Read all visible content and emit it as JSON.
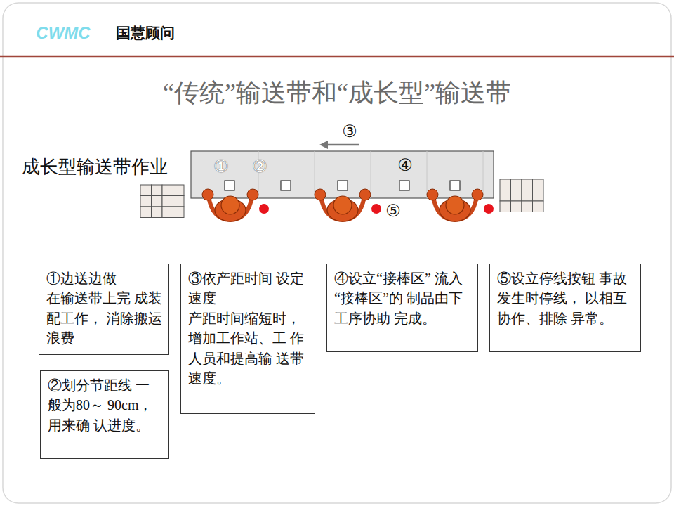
{
  "diagram": {
    "title": "“传统”输送带和“成长型”输送带",
    "nodes": [
      {
        "text": [
          "①边送边做",
          "在输送带上完 成装配工作， 消除搬运浪费"
        ]
      },
      {
        "text": [
          "②划分节距线 一般为80～ 90cm，用来确 认进度。"
        ]
      },
      {
        "text": [
          "③依产距时间 设定速度",
          "产距时间缩短时， 增加工作站、工 作人员和提高输 送带速度。"
        ]
      },
      {
        "text": [
          "④设立“接棒区” 流入“接棒区”的 制品由下工序协助 完成。"
        ]
      },
      {
        "text": [
          "⑤设立停线按钮 事故发生时停线， 以相互协作、排除 异常。"
        ]
      }
    ],
    "labels": [
      "CWMC",
      "国慧顾问",
      "成长型输送带作业",
      "①",
      "②",
      "③",
      "④",
      "⑤"
    ]
  }
}
